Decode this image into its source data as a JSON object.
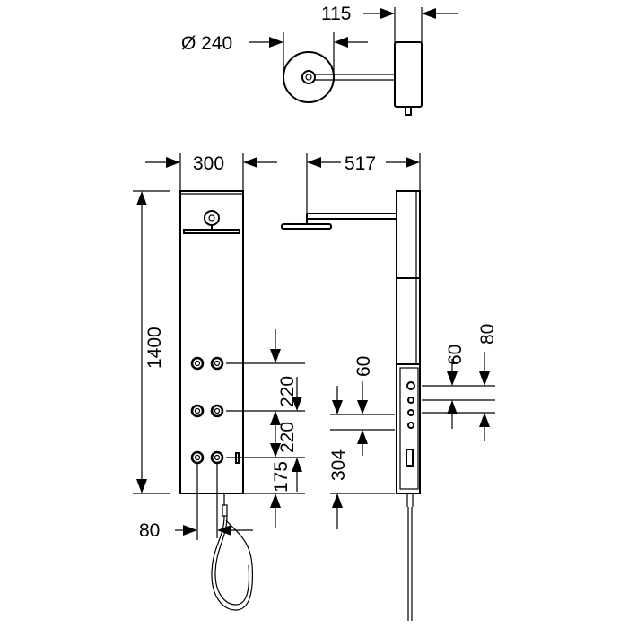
{
  "diagram": {
    "top_view": {
      "dim_diameter": "Ø 240",
      "dim_depth": "115"
    },
    "front_view": {
      "dim_width": "300",
      "dim_height": "1400",
      "dim_jet_spacing_1": "220",
      "dim_jet_spacing_2": "220",
      "dim_bottom_offset": "175",
      "dim_hose_offset": "80"
    },
    "side_view": {
      "dim_arm_length": "517",
      "dim_control_offset_1": "60",
      "dim_control_offset_2": "60",
      "dim_control_offset_3": "80",
      "dim_control_bottom": "304"
    }
  }
}
